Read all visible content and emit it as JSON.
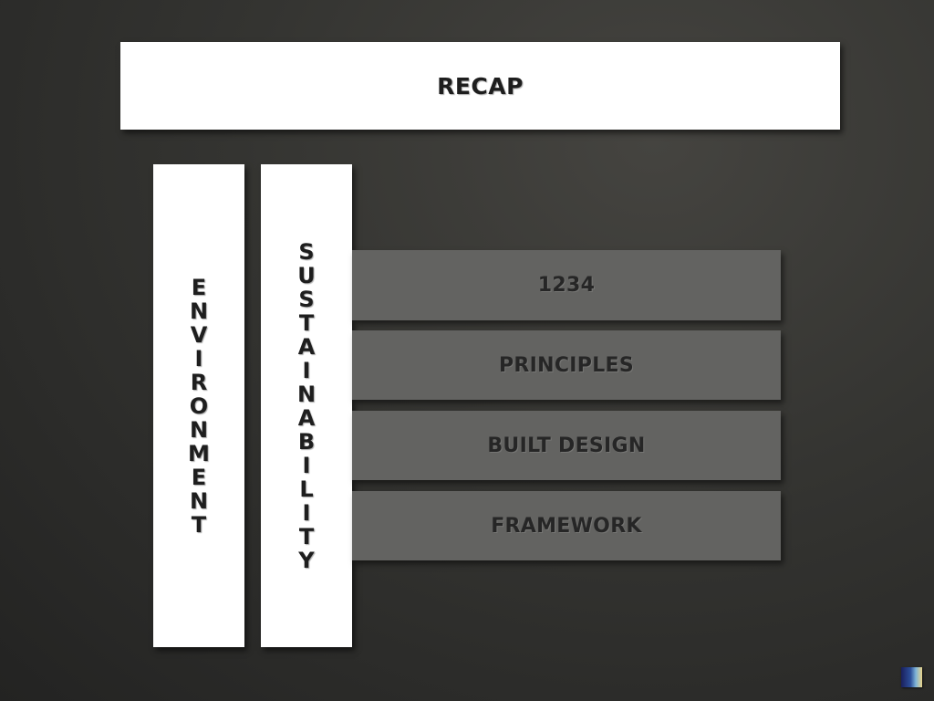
{
  "title": "RECAP",
  "pillars": [
    {
      "id": "environment",
      "text": "ENVIRONMENT"
    },
    {
      "id": "sustainability",
      "text": "SUSTAINABILITY"
    }
  ],
  "layers": [
    {
      "label": "1234"
    },
    {
      "label": "PRINCIPLES"
    },
    {
      "label": "BUILT DESIGN"
    },
    {
      "label": "FRAMEWORK"
    }
  ],
  "colors": {
    "background": "#343431",
    "panel": "#ffffff",
    "layer": "#636361",
    "text": "#1e1e1e"
  },
  "icons": {
    "corner": "gradient-logo-icon"
  }
}
